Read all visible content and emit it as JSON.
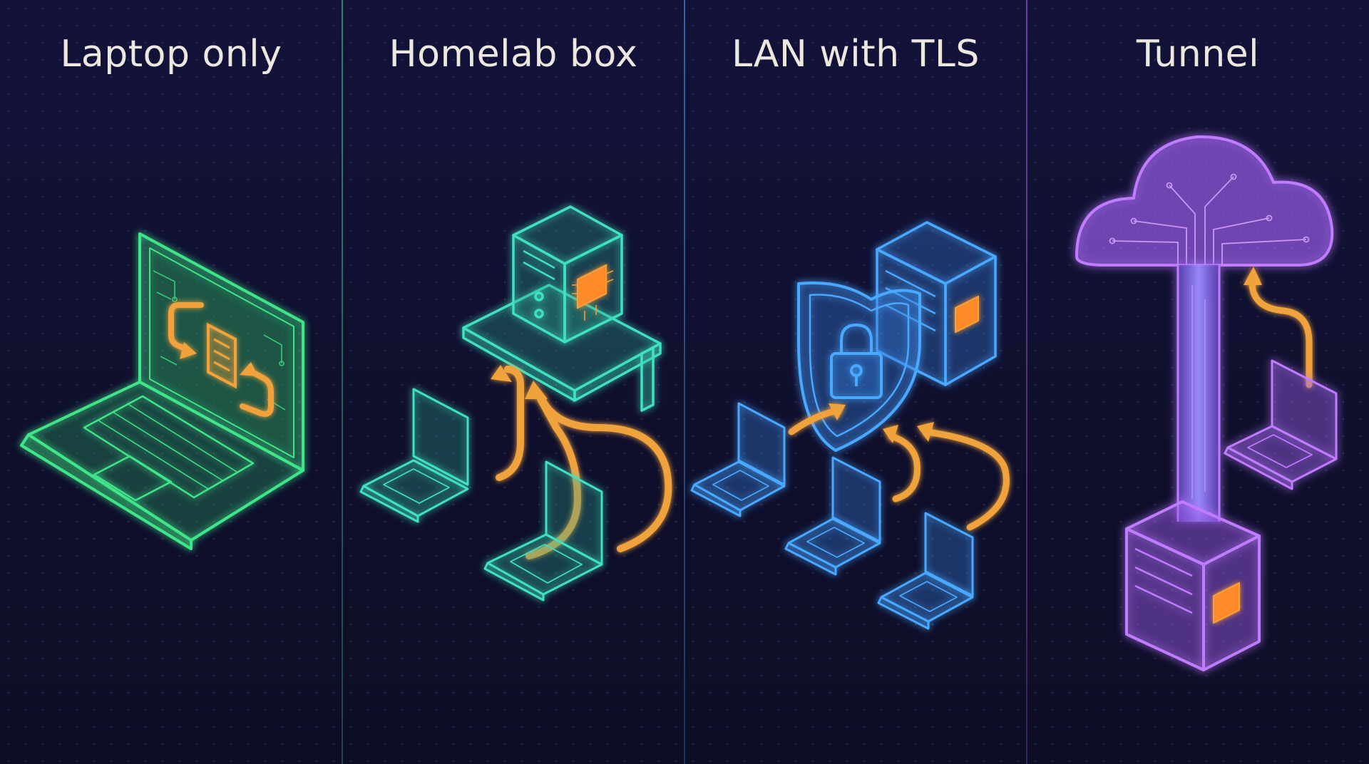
{
  "panels": [
    {
      "title": "Laptop only",
      "accent": "#3fe58a"
    },
    {
      "title": "Homelab box",
      "accent": "#3fe0c0"
    },
    {
      "title": "LAN with TLS",
      "accent": "#49a8ff"
    },
    {
      "title": "Tunnel",
      "accent": "#b36bff"
    }
  ],
  "colors": {
    "background": "#0f0f2a",
    "arrow": "#f0a23c",
    "chip": "#ff8a2a",
    "title_text": "#ece7df"
  },
  "icons": {
    "panel_1": [
      "laptop-icon",
      "sync-arrows-icon",
      "document-icon",
      "circuit-traces-icon"
    ],
    "panel_2": [
      "server-tower-icon",
      "shelf-icon",
      "laptop-icon",
      "upload-arrow-icon",
      "cpu-chip-icon"
    ],
    "panel_3": [
      "shield-lock-icon",
      "server-tower-icon",
      "laptop-icon",
      "upload-arrow-icon",
      "cpu-chip-icon"
    ],
    "panel_4": [
      "cloud-circuit-icon",
      "tunnel-pipe-icon",
      "server-box-icon",
      "laptop-icon",
      "upload-arrow-icon",
      "cpu-chip-icon"
    ]
  }
}
